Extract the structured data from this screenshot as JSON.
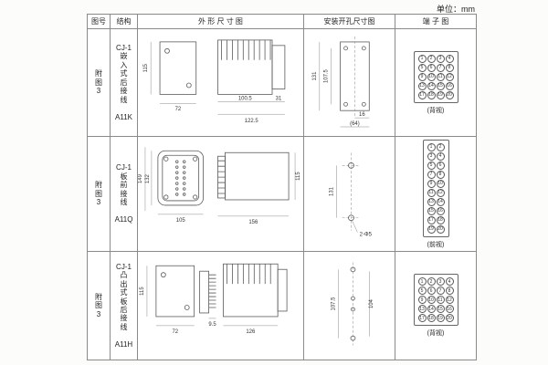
{
  "unit_label": "单位：mm",
  "header": {
    "fig": "图号",
    "struct": "结构",
    "outline": "外 形 尺 寸 图",
    "mount": "安装开孔尺寸图",
    "terminal": "端 子 图"
  },
  "rows": [
    {
      "fig_no": "附\n图\n3",
      "structure": "CJ-1\n嵌\n入\n式\n后\n接\n线\n\nA11K",
      "outline": {
        "height": "115",
        "width": "72",
        "depth": "100.5",
        "total_depth": "122.5",
        "rear": "31"
      },
      "mount": {
        "v1": "107.5",
        "v2": "131",
        "h1": "16",
        "h2": "(64)"
      },
      "terminal": {
        "cols": 4,
        "numbers": [
          "1",
          "2",
          "3",
          "4",
          "5",
          "6",
          "7",
          "8",
          "9",
          "10",
          "11",
          "12",
          "13",
          "14",
          "15",
          "16",
          "17",
          "18",
          "19",
          "20"
        ],
        "caption": "(背视)"
      }
    },
    {
      "fig_no": "附\n图\n3",
      "structure": "CJ-1\n板\n前\n接\n线\n\nA11Q",
      "outline": {
        "face_height": "149",
        "inner_height": "132",
        "face_width": "105",
        "depth": "156",
        "side_height": "115"
      },
      "mount": {
        "spacing": "131",
        "hole_note": "2-Φ5"
      },
      "terminal": {
        "cols": 2,
        "numbers": [
          "1",
          "2",
          "3",
          "4",
          "5",
          "6",
          "7",
          "8",
          "9",
          "10",
          "11",
          "12",
          "13",
          "14",
          "15",
          "16",
          "17",
          "18",
          "19",
          "20"
        ],
        "caption": "(前视)"
      }
    },
    {
      "fig_no": "附\n图\n3",
      "structure": "CJ-1\n凸\n出\n式\n板\n后\n接\n线\n\nA11H",
      "outline": {
        "height": "115",
        "width": "72",
        "pin": "9.5",
        "depth": "126"
      },
      "mount": {
        "v1": "107.5",
        "v2": "104"
      },
      "terminal": {
        "cols": 4,
        "numbers": [
          "1",
          "2",
          "3",
          "4",
          "5",
          "6",
          "7",
          "8",
          "9",
          "10",
          "11",
          "12",
          "13",
          "14",
          "15",
          "16",
          "17",
          "18",
          "19",
          "20"
        ],
        "caption": "(背视)"
      }
    }
  ]
}
